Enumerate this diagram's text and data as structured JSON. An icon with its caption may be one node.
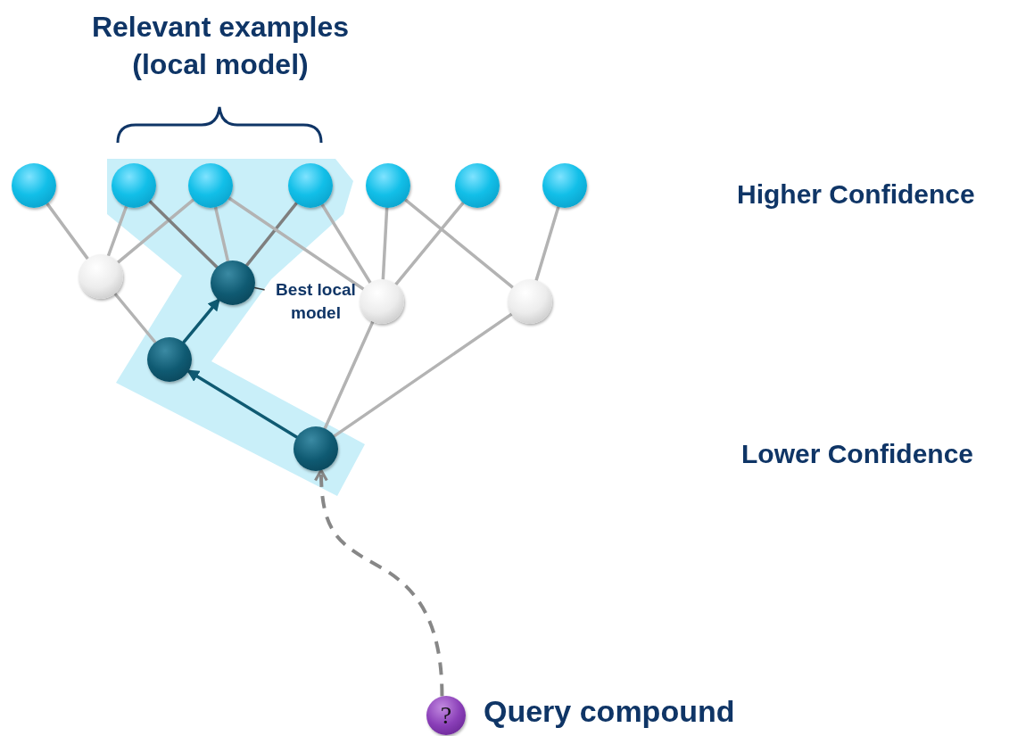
{
  "diagram": {
    "nodes": [
      {
        "text": [],
        "shape": "circle"
      },
      {
        "text": [],
        "shape": "circle"
      },
      {
        "text": [],
        "shape": "circle"
      },
      {
        "text": [],
        "shape": "circle"
      },
      {
        "text": [],
        "shape": "circle"
      },
      {
        "text": [],
        "shape": "circle"
      },
      {
        "text": [],
        "shape": "circle"
      },
      {
        "text": [],
        "shape": "circle"
      },
      {
        "text": [],
        "shape": "circle"
      },
      {
        "text": [],
        "shape": "circle"
      },
      {
        "text": [],
        "shape": "circle"
      },
      {
        "text": [],
        "shape": "circle"
      },
      {
        "text": [],
        "shape": "circle"
      },
      {
        "text": [
          "?"
        ],
        "beside": [
          "Query compound"
        ]
      },
      {
        "text": [
          "Best local model"
        ]
      }
    ],
    "edges": [
      {
        "from": 0,
        "to": 7,
        "arrow": "none"
      },
      {
        "from": 1,
        "to": 7,
        "arrow": "none"
      },
      {
        "from": 2,
        "to": 7,
        "arrow": "none"
      },
      {
        "from": 1,
        "to": 8,
        "arrow": "none",
        "color": "#7f7f7f"
      },
      {
        "from": 2,
        "to": 8,
        "arrow": "none"
      },
      {
        "from": 3,
        "to": 8,
        "arrow": "none",
        "color": "#7f7f7f"
      },
      {
        "from": 2,
        "to": 9,
        "arrow": "none"
      },
      {
        "from": 3,
        "to": 9,
        "arrow": "none"
      },
      {
        "from": 4,
        "to": 9,
        "arrow": "none"
      },
      {
        "from": 5,
        "to": 9,
        "arrow": "none"
      },
      {
        "from": 4,
        "to": 10,
        "arrow": "none"
      },
      {
        "from": 6,
        "to": 10,
        "arrow": "none"
      },
      {
        "from": 7,
        "to": 11,
        "arrow": "none"
      },
      {
        "from": 11,
        "to": 8,
        "arrow": "to",
        "color": "#0f5a72"
      },
      {
        "from": 12,
        "to": 11,
        "arrow": "to",
        "color": "#0f5a72"
      },
      {
        "from": 9,
        "to": 12,
        "arrow": "none"
      },
      {
        "from": 10,
        "to": 12,
        "arrow": "none"
      },
      {
        "from": 13,
        "to": 12,
        "arrow": "to",
        "style": "dashed",
        "color": "#878787"
      },
      {
        "from": 14,
        "to": 8,
        "arrow": "none",
        "color": "#3a3a3a"
      }
    ],
    "labels": [
      "Relevant examples (local model)",
      "Higher Confidence",
      "Lower Confidence"
    ]
  }
}
